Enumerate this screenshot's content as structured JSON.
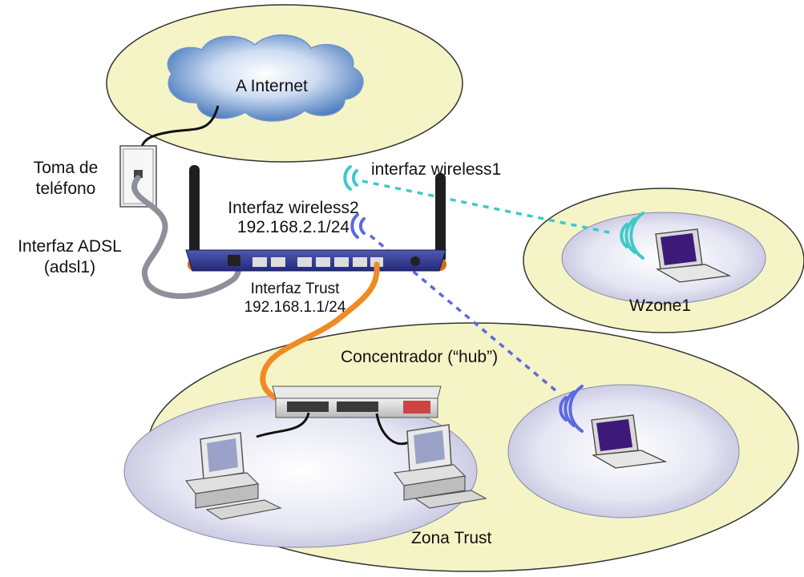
{
  "labels": {
    "internet": "A Internet",
    "phone_jack_line1": "Toma de",
    "phone_jack_line2": "teléfono",
    "adsl_line1": "Interfaz ADSL",
    "adsl_line2": "(adsl1)",
    "wireless1": "interfaz wireless1",
    "wireless2_line1": "Interfaz wireless2",
    "wireless2_line2": "192.168.2.1/24",
    "trust_if_line1": "Interfaz Trust",
    "trust_if_line2": "192.168.1.1/24",
    "wzone1": "Wzone1",
    "hub": "Concentrador (“hub”)",
    "trust_zone": "Zona Trust"
  },
  "colors": {
    "zone_fill": "#f4f4c6",
    "zone_stroke": "#333333",
    "cloud": "#4c7fc1",
    "router": "#2f368f",
    "trust_cable": "#f08a24",
    "adsl_cable": "#8e8f98",
    "wireless1_link": "#3ec9c9",
    "wireless2_link": "#5a6ae0"
  }
}
